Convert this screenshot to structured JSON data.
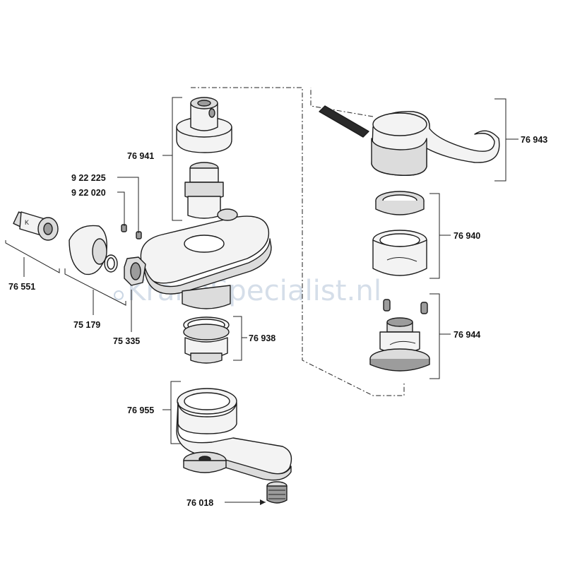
{
  "diagram": {
    "watermark": "KraneSpecialist.nl",
    "labels": {
      "p76941": "76 941",
      "p922225": "9 22 225",
      "p922020": "9 22 020",
      "p76551": "76 551",
      "p75179": "75 179",
      "p75335": "75 335",
      "p76938": "76 938",
      "p76955": "76 955",
      "p76018": "76 018",
      "p76943": "76 943",
      "p76940": "76 940",
      "p76944": "76 944"
    }
  }
}
